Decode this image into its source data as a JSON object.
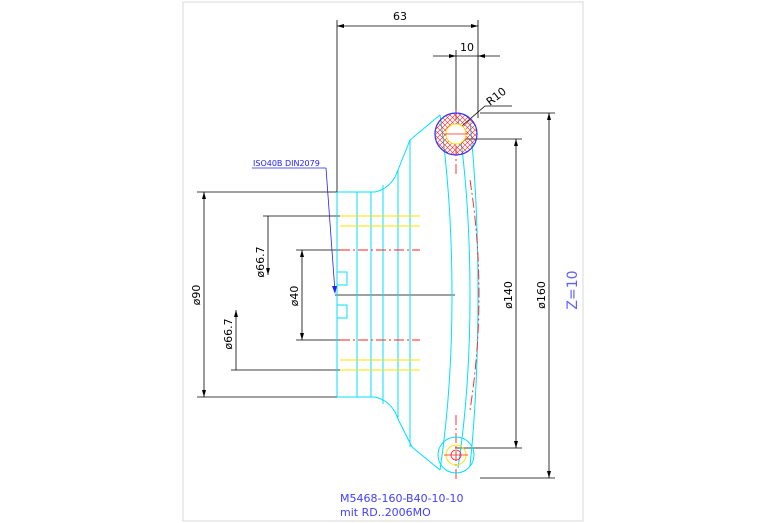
{
  "drawing": {
    "dims": {
      "len_63": "63",
      "len_10": "10",
      "radius": "R10",
      "dia_66_7_a": "ø66.7",
      "dia_66_7_b": "ø66.7",
      "dia_40": "ø40",
      "dia_90": "ø90",
      "dia_140": "ø140",
      "dia_160": "ø160"
    },
    "note_spline": "ISO40B DIN2079",
    "teeth": "Z=10",
    "title_line1": "M5468-160-B40-10-10",
    "title_line2": "mit RD..2006MO"
  },
  "colors": {
    "dimension": "#000000",
    "outline": "#00ffff",
    "centerline": "#ff0000",
    "hidden": "#ffff00",
    "note": "#0000ff",
    "hatch": "#ff00ff"
  }
}
